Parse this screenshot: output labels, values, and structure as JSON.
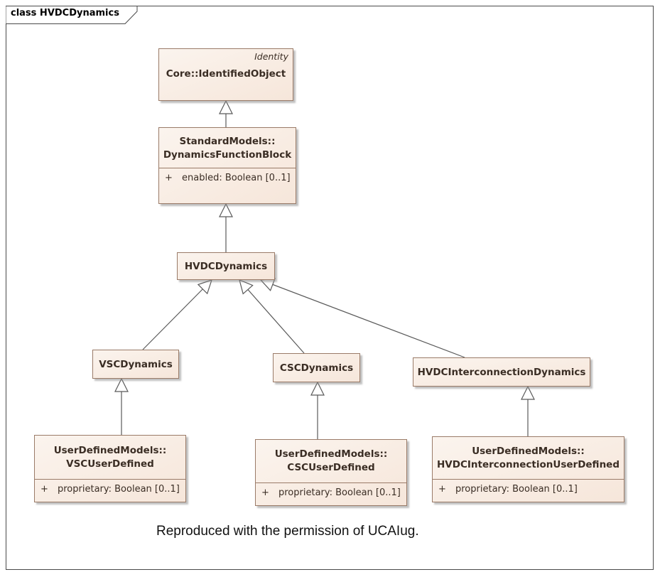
{
  "frame": {
    "title": "class HVDCDynamics"
  },
  "classes": {
    "identified_object": {
      "stereotype": "Identity",
      "name": "Core::IdentifiedObject"
    },
    "dynamics_function_block": {
      "name_line1": "StandardModels::",
      "name_line2": "DynamicsFunctionBlock",
      "attributes": [
        {
          "visibility": "+",
          "text": "enabled: Boolean [0..1]"
        }
      ]
    },
    "hvdc_dynamics": {
      "name": "HVDCDynamics"
    },
    "vsc_dynamics": {
      "name": "VSCDynamics"
    },
    "csc_dynamics": {
      "name": "CSCDynamics"
    },
    "hvdc_interconnection_dynamics": {
      "name": "HVDCInterconnectionDynamics"
    },
    "vsc_user_defined": {
      "name_line1": "UserDefinedModels::",
      "name_line2": "VSCUserDefined",
      "attributes": [
        {
          "visibility": "+",
          "text": "proprietary: Boolean [0..1]"
        }
      ]
    },
    "csc_user_defined": {
      "name_line1": "UserDefinedModels::",
      "name_line2": "CSCUserDefined",
      "attributes": [
        {
          "visibility": "+",
          "text": "proprietary: Boolean [0..1]"
        }
      ]
    },
    "hvdc_interconnection_user_defined": {
      "name_line1": "UserDefinedModels::",
      "name_line2": "HVDCInterconnectionUserDefined",
      "attributes": [
        {
          "visibility": "+",
          "text": "proprietary: Boolean [0..1]"
        }
      ]
    }
  },
  "generalizations": [
    {
      "from": "dynamics_function_block",
      "to": "identified_object"
    },
    {
      "from": "hvdc_dynamics",
      "to": "dynamics_function_block"
    },
    {
      "from": "vsc_dynamics",
      "to": "hvdc_dynamics"
    },
    {
      "from": "csc_dynamics",
      "to": "hvdc_dynamics"
    },
    {
      "from": "hvdc_interconnection_dynamics",
      "to": "hvdc_dynamics"
    },
    {
      "from": "vsc_user_defined",
      "to": "vsc_dynamics"
    },
    {
      "from": "csc_user_defined",
      "to": "csc_dynamics"
    },
    {
      "from": "hvdc_interconnection_user_defined",
      "to": "hvdc_interconnection_dynamics"
    }
  ],
  "caption": "Reproduced with the permission of UCAIug."
}
